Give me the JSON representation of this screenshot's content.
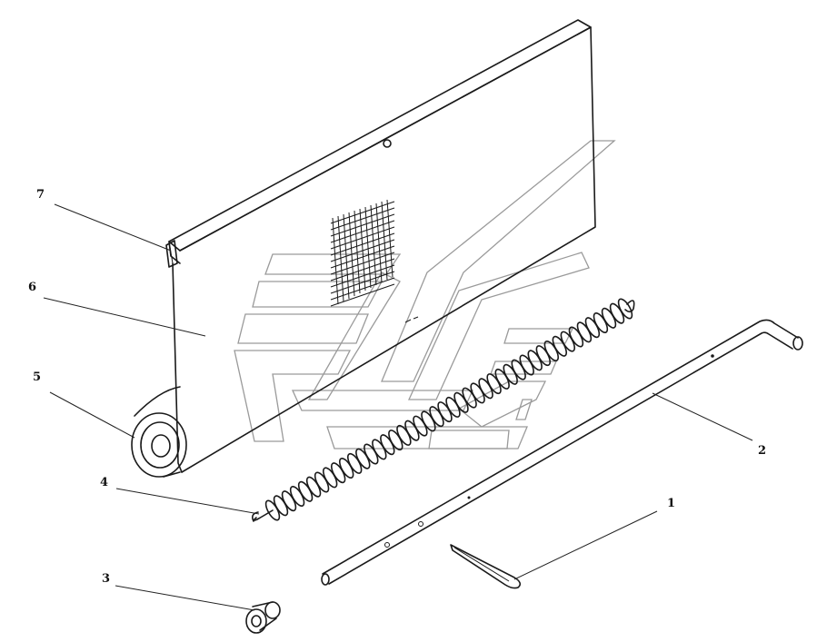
{
  "callouts": [
    {
      "id": "1",
      "text": "1"
    },
    {
      "id": "2",
      "text": "2"
    },
    {
      "id": "3",
      "text": "3"
    },
    {
      "id": "4",
      "text": "4"
    },
    {
      "id": "5",
      "text": "5"
    },
    {
      "id": "6",
      "text": "6"
    },
    {
      "id": "7",
      "text": "7"
    }
  ],
  "colors": {
    "ink": "#1a1a1a",
    "watermark": "#9a9a9a",
    "background": "#ffffff"
  },
  "parts": [
    {
      "callout": "1",
      "icon": "cotter-pin-icon"
    },
    {
      "callout": "2",
      "icon": "bent-rod-icon"
    },
    {
      "callout": "3",
      "icon": "bushing-icon"
    },
    {
      "callout": "4",
      "icon": "coil-spring-icon"
    },
    {
      "callout": "5",
      "icon": "roller-end-icon"
    },
    {
      "callout": "6",
      "icon": "panel-sheet-icon"
    },
    {
      "callout": "7",
      "icon": "edge-clip-icon"
    }
  ]
}
